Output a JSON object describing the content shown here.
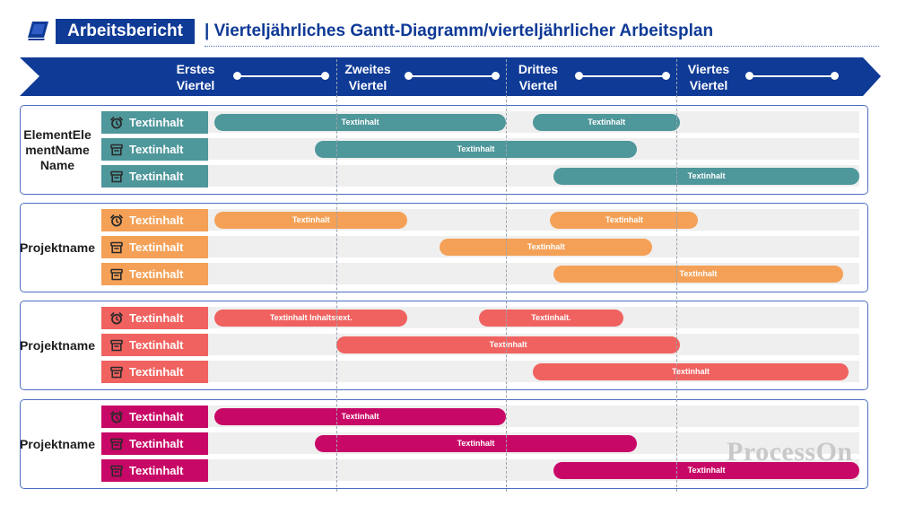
{
  "header": {
    "badge": "Arbeitsbericht",
    "title": "| Vierteljährliches Gantt-Diagramm/vierteljährlicher Arbeitsplan"
  },
  "quarters": [
    {
      "line1": "Erstes",
      "line2": "Viertel"
    },
    {
      "line1": "Zweites",
      "line2": "Viertel"
    },
    {
      "line1": "Drittes",
      "line2": "Viertel"
    },
    {
      "line1": "Viertes",
      "line2": "Viertel"
    }
  ],
  "colors": {
    "brand": "#0f3a96",
    "teal": "#4e979b",
    "orange": "#f4a157",
    "coral": "#f0625f",
    "magenta": "#c80866"
  },
  "groups": [
    {
      "name": "ElementEle mentName Name",
      "color": "#4e979b",
      "rows": [
        {
          "label": "Textinhalt",
          "icon": "alarm-clock-icon",
          "bars": [
            {
              "text": "Textinhalt",
              "start": 0.05,
              "end": 2.0
            },
            {
              "text": "Textinhalt",
              "start": 2.16,
              "end": 3.02
            }
          ]
        },
        {
          "label": "Textinhalt",
          "icon": "archive-box-icon",
          "bars": [
            {
              "text": "Textinhalt",
              "start": 0.83,
              "end": 2.77
            }
          ]
        },
        {
          "label": "Textinhalt",
          "icon": "archive-box-icon",
          "bars": [
            {
              "text": "Textinhalt",
              "start": 2.28,
              "end": 4.0
            }
          ]
        }
      ]
    },
    {
      "name": "Projektname",
      "color": "#f4a157",
      "rows": [
        {
          "label": "Textinhalt",
          "icon": "alarm-clock-icon",
          "bars": [
            {
              "text": "Textinhalt",
              "start": 0.05,
              "end": 1.42
            },
            {
              "text": "Textinhalt",
              "start": 2.26,
              "end": 3.12
            }
          ]
        },
        {
          "label": "Textinhalt",
          "icon": "archive-box-icon",
          "bars": [
            {
              "text": "Textinhalt",
              "start": 1.61,
              "end": 2.86
            }
          ]
        },
        {
          "label": "Textinhalt",
          "icon": "archive-box-icon",
          "bars": [
            {
              "text": "Textinhalt",
              "start": 2.28,
              "end": 3.91
            }
          ]
        }
      ]
    },
    {
      "name": "Projektname",
      "color": "#f0625f",
      "rows": [
        {
          "label": "Textinhalt",
          "icon": "alarm-clock-icon",
          "bars": [
            {
              "text": "Textinhalt Inhaltstext.",
              "start": 0.05,
              "end": 1.42
            },
            {
              "text": "Textinhalt.",
              "start": 1.84,
              "end": 2.69
            }
          ]
        },
        {
          "label": "Textinhalt",
          "icon": "archive-box-icon",
          "bars": [
            {
              "text": "Textinhalt",
              "start": 1.0,
              "end": 3.02
            }
          ]
        },
        {
          "label": "Textinhalt",
          "icon": "archive-box-icon",
          "bars": [
            {
              "text": "Textinhalt",
              "start": 2.16,
              "end": 3.94
            }
          ]
        }
      ]
    },
    {
      "name": "Projektname",
      "color": "#c80866",
      "rows": [
        {
          "label": "Textinhalt",
          "icon": "alarm-clock-icon",
          "bars": [
            {
              "text": "Textinhalt",
              "start": 0.05,
              "end": 2.0
            }
          ]
        },
        {
          "label": "Textinhalt",
          "icon": "archive-box-icon",
          "bars": [
            {
              "text": "Textinhalt",
              "start": 0.83,
              "end": 2.77
            }
          ]
        },
        {
          "label": "Textinhalt",
          "icon": "archive-box-icon",
          "bars": [
            {
              "text": "Textinhalt",
              "start": 2.28,
              "end": 4.0
            }
          ]
        }
      ]
    }
  ],
  "watermark": "ProcessOn"
}
